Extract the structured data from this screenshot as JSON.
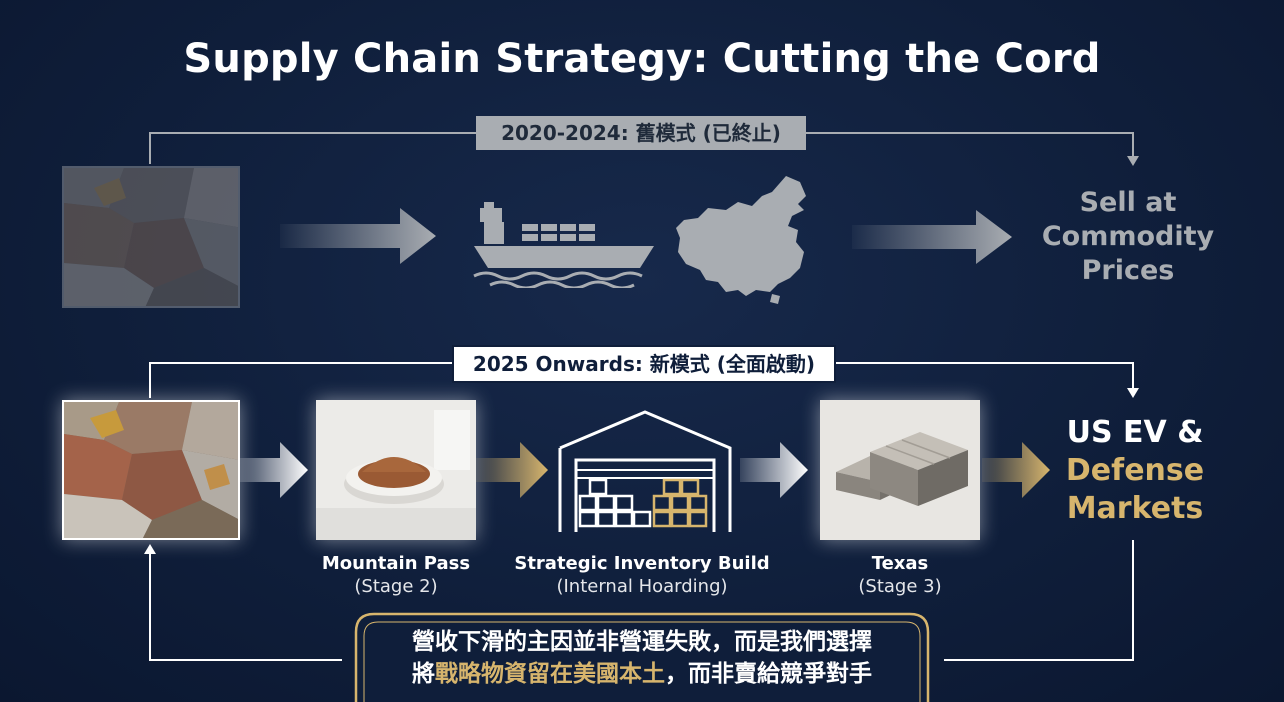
{
  "title": "Supply Chain Strategy: Cutting the Cord",
  "old_model": {
    "label": "2020-2024: 舊模式 (已終止)",
    "ore_icon": "rock-ore-photo",
    "ship_icon": "cargo-ship-icon",
    "map_icon": "china-map-icon",
    "destination": "Sell at Commodity Prices"
  },
  "new_model": {
    "label": "2025 Onwards: 新模式 (全面啟動)",
    "stages": [
      {
        "name": "Mountain Pass",
        "note": "(Stage 2)",
        "icon": "powder-dish-photo"
      },
      {
        "name": "Strategic Inventory Build",
        "note": "(Internal Hoarding)",
        "icon": "warehouse-icon"
      },
      {
        "name": "Texas",
        "note": "(Stage 3)",
        "icon": "magnet-block-photo"
      }
    ],
    "destination_line1": "US EV &",
    "destination_line2": "Defense",
    "destination_line3": "Markets"
  },
  "quote": {
    "line1": "營收下滑的主因並非營運失敗，而是我們選擇",
    "line2_pre": "將",
    "line2_highlight": "戰略物資留在美國本土",
    "line2_post": "，而非賣給競爭對手"
  },
  "colors": {
    "background": "#0f1e3a",
    "accent_gold": "#d7b56d",
    "muted_gray": "#a9adb2"
  }
}
